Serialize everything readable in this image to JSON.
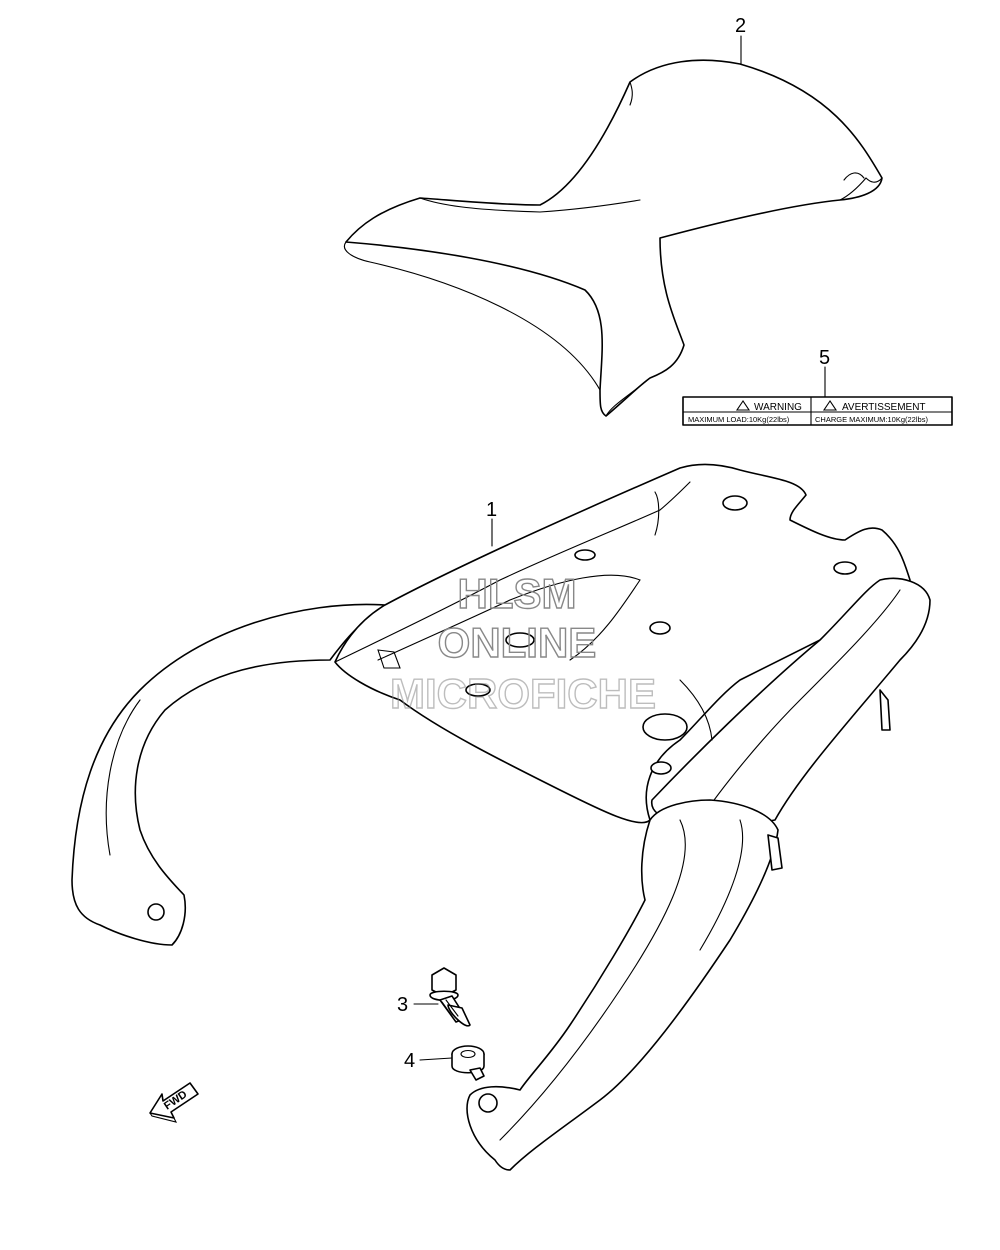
{
  "callouts": {
    "p1": "1",
    "p2": "2",
    "p3": "3",
    "p4": "4",
    "p5": "5"
  },
  "warning_label": {
    "left_header": "WARNING",
    "right_header": "AVERTISSEMENT",
    "left_text": "MAXIMUM LOAD:10Kg(22lbs)",
    "right_text": "CHARGE MAXIMUM:10Kg(22lbs)"
  },
  "direction_arrow": {
    "text": "FWD"
  },
  "watermark": {
    "line1": "HLSM",
    "line2": "ONLINE",
    "line3": "MICROFICHE",
    "color": "#888888"
  }
}
